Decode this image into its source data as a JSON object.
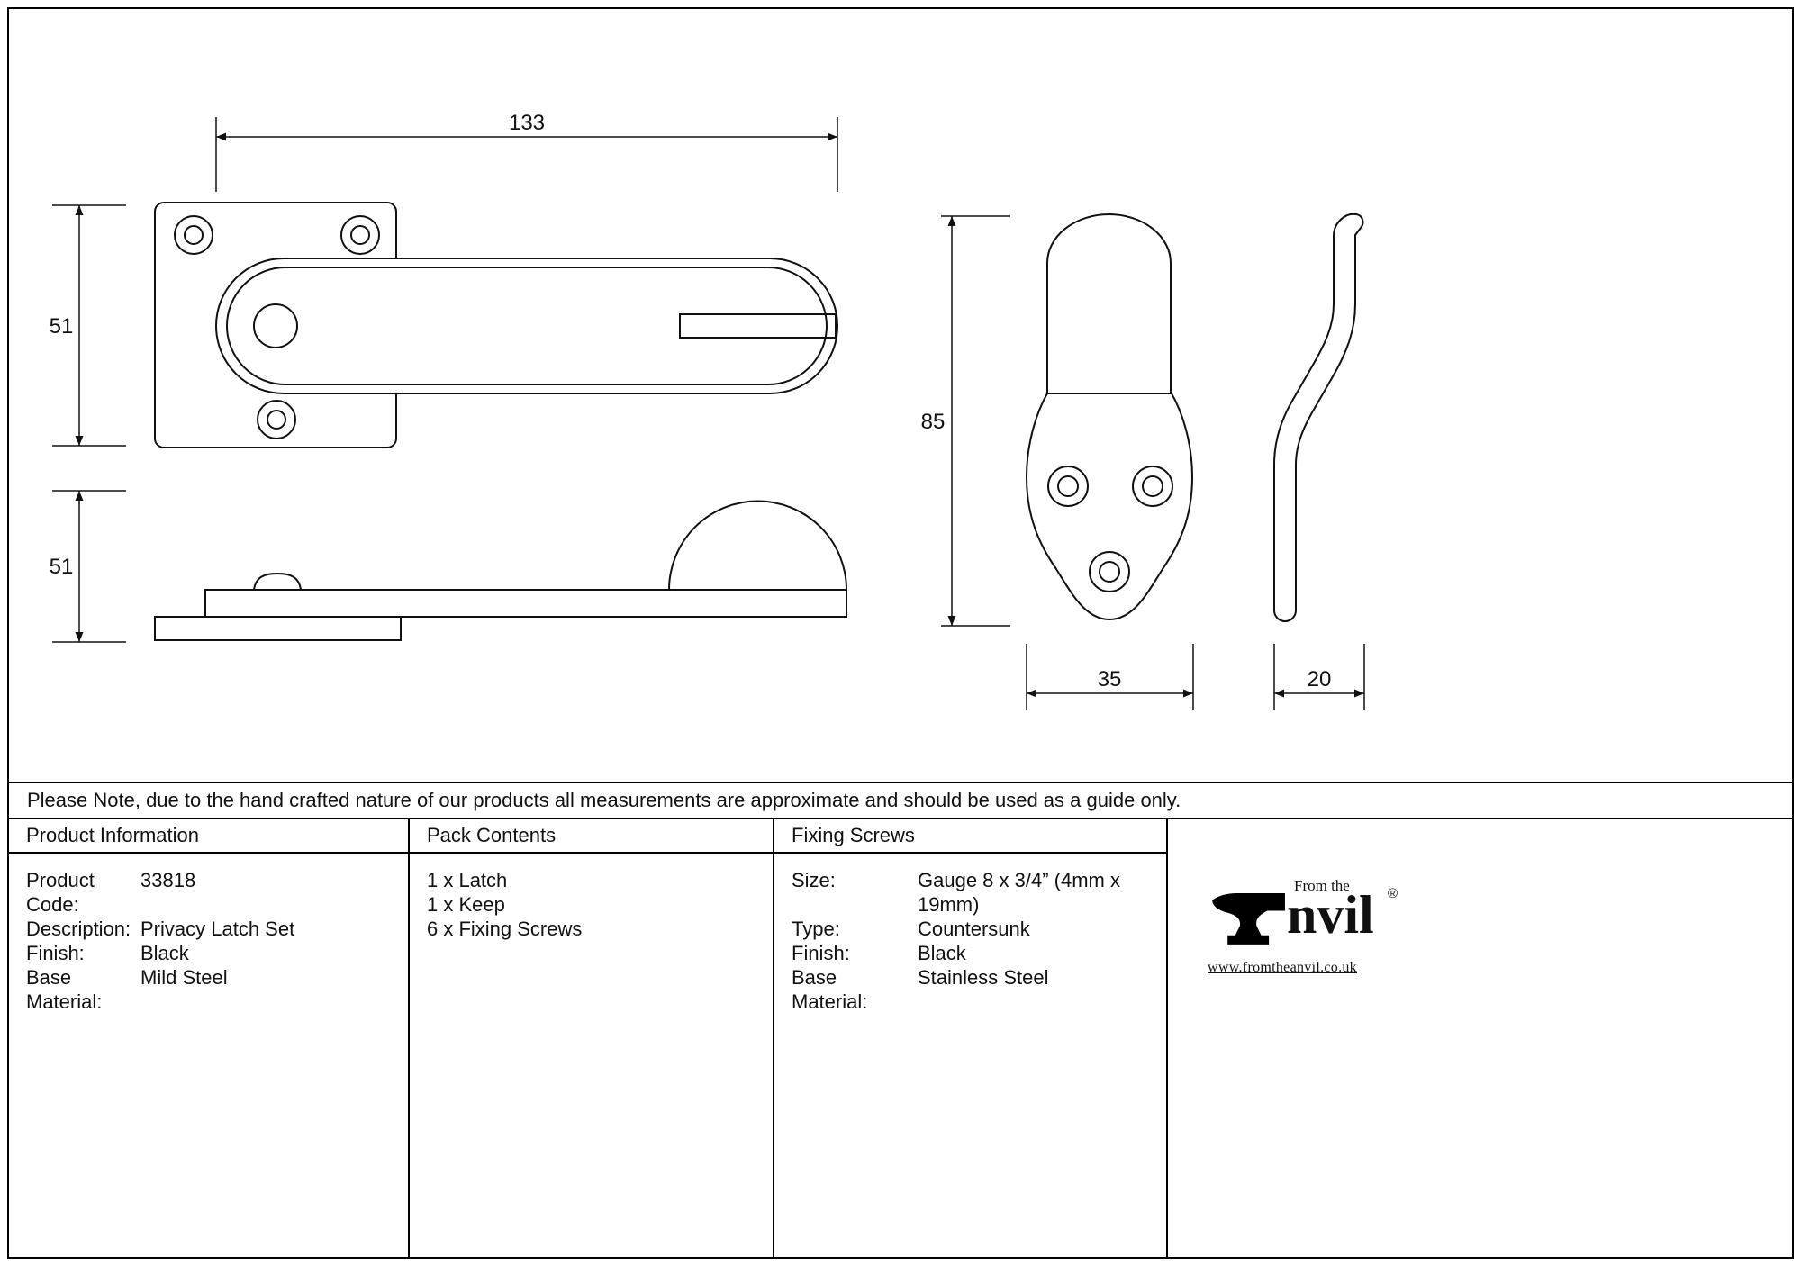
{
  "note": "Please Note, due to the hand crafted nature of our products all measurements are approximate and should be used as a guide only.",
  "drawing": {
    "dim_latch_length": "133",
    "dim_plate_height": "51",
    "dim_side_height": "51",
    "dim_keep_height": "85",
    "dim_keep_width": "35",
    "dim_keep_depth": "20"
  },
  "table": {
    "product_information": {
      "header": "Product Information",
      "rows": [
        {
          "label": "Product Code:",
          "value": "33818"
        },
        {
          "label": "Description:",
          "value": "Privacy Latch Set"
        },
        {
          "label": "Finish:",
          "value": "Black"
        },
        {
          "label": "Base Material:",
          "value": "Mild Steel"
        }
      ]
    },
    "pack_contents": {
      "header": "Pack Contents",
      "items": [
        "1 x Latch",
        "1 x Keep",
        "6 x Fixing Screws"
      ]
    },
    "fixing_screws": {
      "header": "Fixing Screws",
      "rows": [
        {
          "label": "Size:",
          "value": "Gauge 8 x 3/4” (4mm x 19mm)"
        },
        {
          "label": "Type:",
          "value": "Countersunk"
        },
        {
          "label": "Finish:",
          "value": "Black"
        },
        {
          "label": "Base Material:",
          "value": "Stainless Steel"
        }
      ]
    }
  },
  "logo": {
    "tagline": "From the",
    "name": "Anvil",
    "name_rest": "nvil",
    "registered": "®",
    "website": "www.fromtheanvil.co.uk"
  }
}
